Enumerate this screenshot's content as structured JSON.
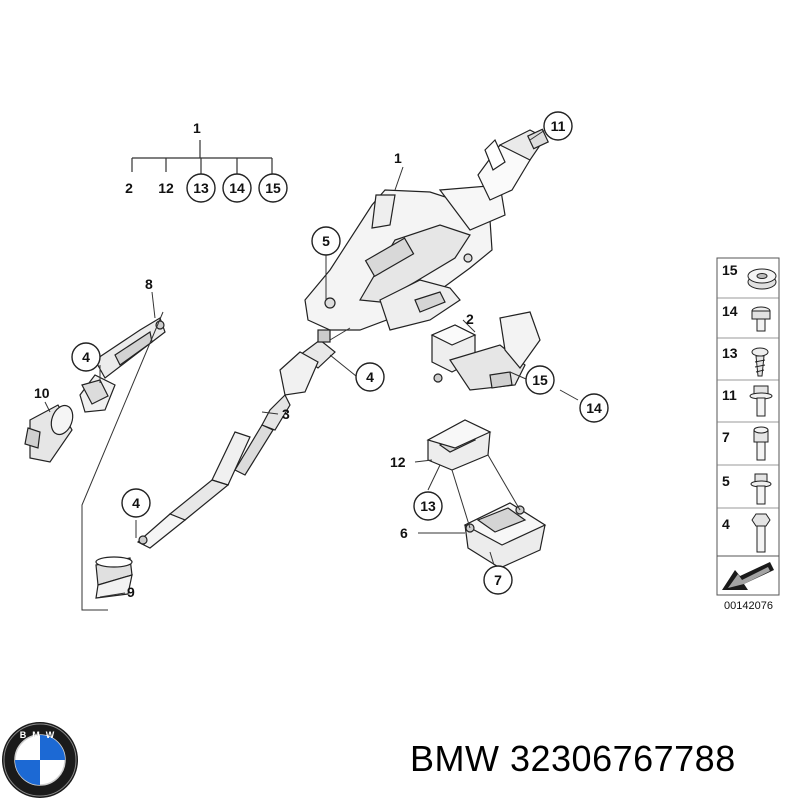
{
  "diagram": {
    "tree": {
      "root": "1",
      "children": [
        "2",
        "12",
        "13",
        "14",
        "15"
      ],
      "circled": [
        "13",
        "14",
        "15"
      ]
    },
    "callouts": {
      "main_1": "1",
      "c11": "11",
      "c5": "5",
      "c8": "8",
      "c4a": "4",
      "c4b": "4",
      "c4c": "4",
      "c10": "10",
      "c3": "3",
      "c9": "9",
      "c2": "2",
      "c15": "15",
      "c14": "14",
      "c12": "12",
      "c13": "13",
      "c6": "6",
      "c7": "7"
    },
    "legend": [
      "15",
      "14",
      "13",
      "11",
      "7",
      "5",
      "4"
    ],
    "drawing_number": "00142076"
  },
  "brand": {
    "logo_letters": "BMW",
    "caption": "BMW 32306767788",
    "colors": {
      "blue": "#1c69d4",
      "ring": "#1a1a1a",
      "line": "#333333"
    }
  }
}
